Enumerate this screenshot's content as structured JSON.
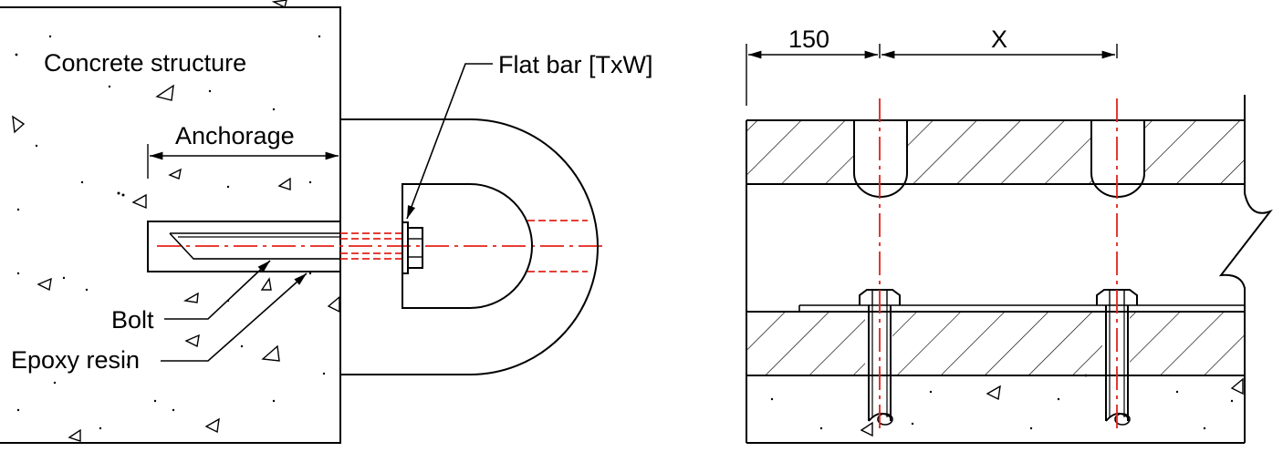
{
  "left_view": {
    "concrete_label": "Concrete structure",
    "anchorage_label": "Anchorage",
    "flat_bar_label": "Flat bar [TxW]",
    "bolt_label": "Bolt",
    "epoxy_label": "Epoxy resin"
  },
  "right_view": {
    "edge_dimension": "150",
    "spacing_dimension": "X"
  },
  "colors": {
    "line": "#000000",
    "centerline": "#e2231a"
  }
}
